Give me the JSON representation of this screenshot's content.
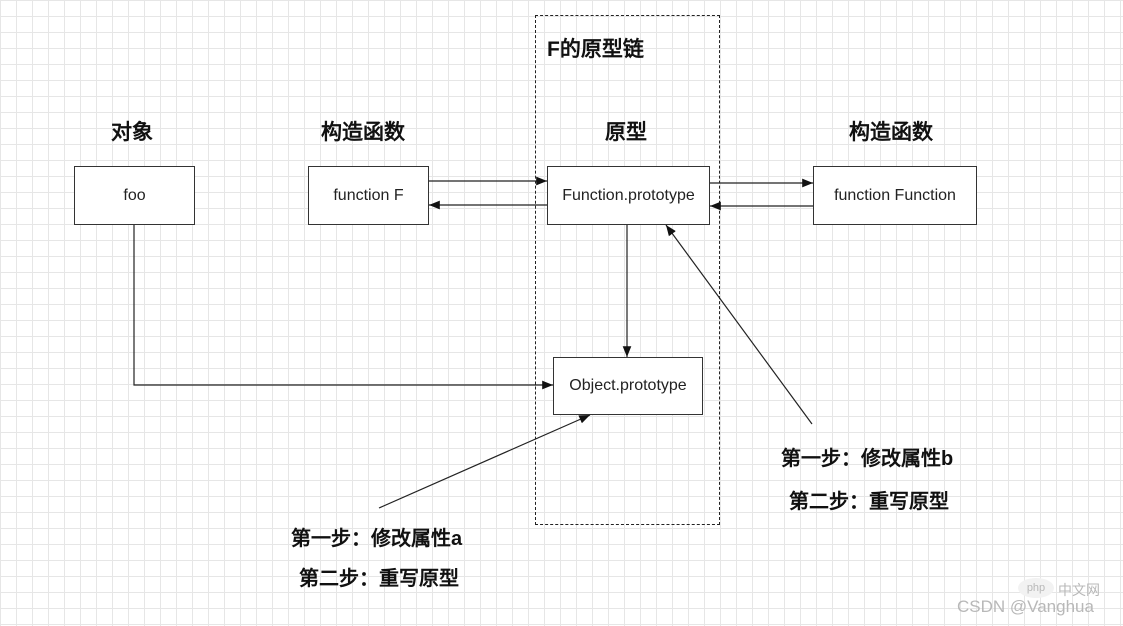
{
  "title": "F的原型链",
  "headers": {
    "object": "对象",
    "constructor_left": "构造函数",
    "prototype": "原型",
    "constructor_right": "构造函数"
  },
  "nodes": {
    "foo": "foo",
    "function_f": "function F",
    "function_prototype": "Function.prototype",
    "function_function": "function Function",
    "object_prototype": "Object.prototype"
  },
  "notes": {
    "left_step1": "第一步：修改属性a",
    "left_step2": "第二步：重写原型",
    "right_step1": "第一步：修改属性b",
    "right_step2": "第二步：重写原型"
  },
  "watermark": {
    "php": "php",
    "php_site": "中文网",
    "csdn": "CSDN @Vanghua"
  }
}
